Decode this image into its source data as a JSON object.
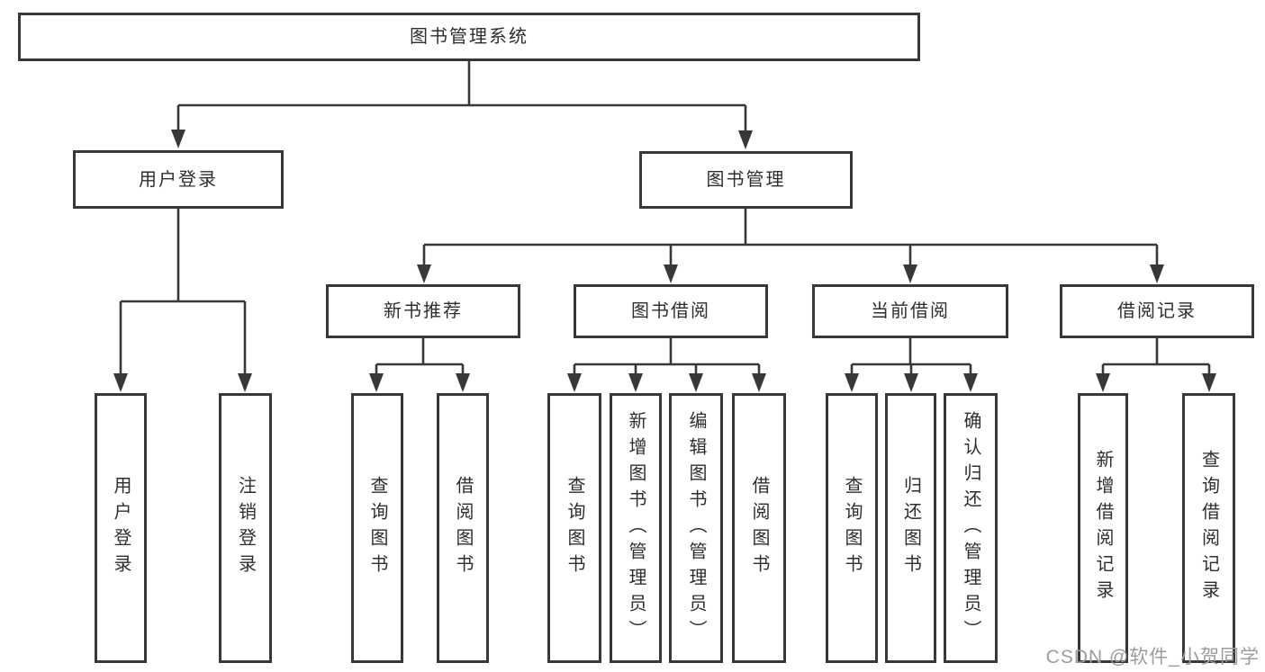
{
  "nodes": {
    "root": "图书管理系统",
    "user_login": "用户登录",
    "book_management": "图书管理",
    "new_book_recommend": "新书推荐",
    "book_borrow": "图书借阅",
    "current_borrow": "当前借阅",
    "borrow_record": "借阅记录",
    "leaf_user_login": "用户登录",
    "leaf_logout_login": "注销登录",
    "leaf_nbr_query_book": "查询图书",
    "leaf_nbr_borrow_book": "借阅图书",
    "leaf_bb_query_book": "查询图书",
    "leaf_bb_add_book": "新增图书（管理员）",
    "leaf_bb_edit_book": "编辑图书（管理员）",
    "leaf_bb_borrow_book": "借阅图书",
    "leaf_cb_query_book": "查询图书",
    "leaf_cb_return_book": "归还图书",
    "leaf_cb_confirm_return": "确认归还（管理员）",
    "leaf_br_add_record": "新增借阅记录",
    "leaf_br_query_record": "查询借阅记录"
  },
  "watermark": "CSDN @软件_小贺同学",
  "colors": {
    "line": "#383838",
    "text": "#2e2e2e",
    "watermark": "#9c9c9c",
    "background": "#ffffff"
  }
}
